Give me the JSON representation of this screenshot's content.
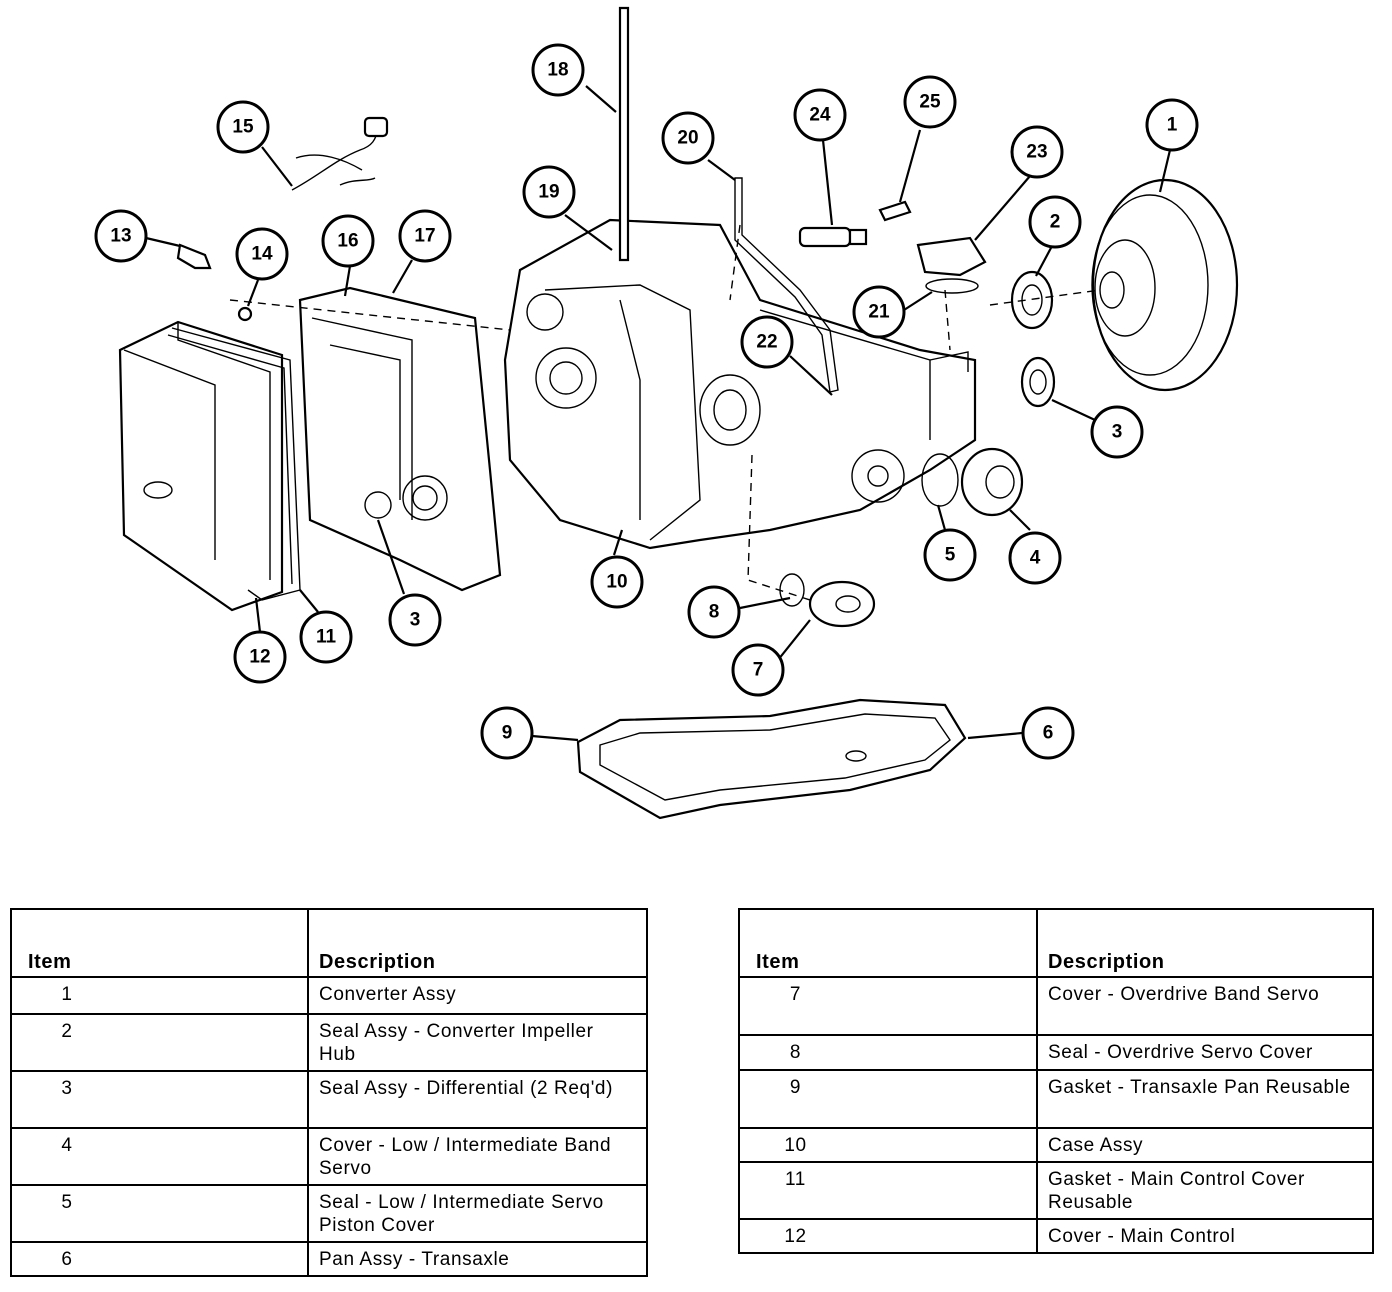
{
  "callouts": [
    "1",
    "2",
    "3",
    "4",
    "5",
    "6",
    "7",
    "8",
    "9",
    "10",
    "11",
    "12",
    "13",
    "14",
    "15",
    "16",
    "17",
    "18",
    "19",
    "20",
    "21",
    "22",
    "23",
    "24",
    "25"
  ],
  "legend_left": {
    "header": {
      "item": "Item",
      "description": "Description"
    },
    "rows": [
      {
        "item": "1",
        "description": "Converter Assy"
      },
      {
        "item": "2",
        "description": "Seal Assy - Converter Impeller Hub"
      },
      {
        "item": "3",
        "description": "Seal Assy - Differential (2 Req'd)"
      },
      {
        "item": "4",
        "description": "Cover - Low / Intermediate Band Servo"
      },
      {
        "item": "5",
        "description": "Seal - Low / Intermediate Servo Piston Cover"
      },
      {
        "item": "6",
        "description": "Pan Assy - Transaxle"
      }
    ]
  },
  "legend_right": {
    "header": {
      "item": "Item",
      "description": "Description"
    },
    "rows": [
      {
        "item": "7",
        "description": "Cover - Overdrive Band Servo"
      },
      {
        "item": "8",
        "description": "Seal - Overdrive Servo Cover"
      },
      {
        "item": "9",
        "description": "Gasket - Transaxle Pan Reusable"
      },
      {
        "item": "10",
        "description": "Case Assy"
      },
      {
        "item": "11",
        "description": "Gasket - Main Control Cover Reusable"
      },
      {
        "item": "12",
        "description": "Cover - Main Control"
      }
    ]
  }
}
